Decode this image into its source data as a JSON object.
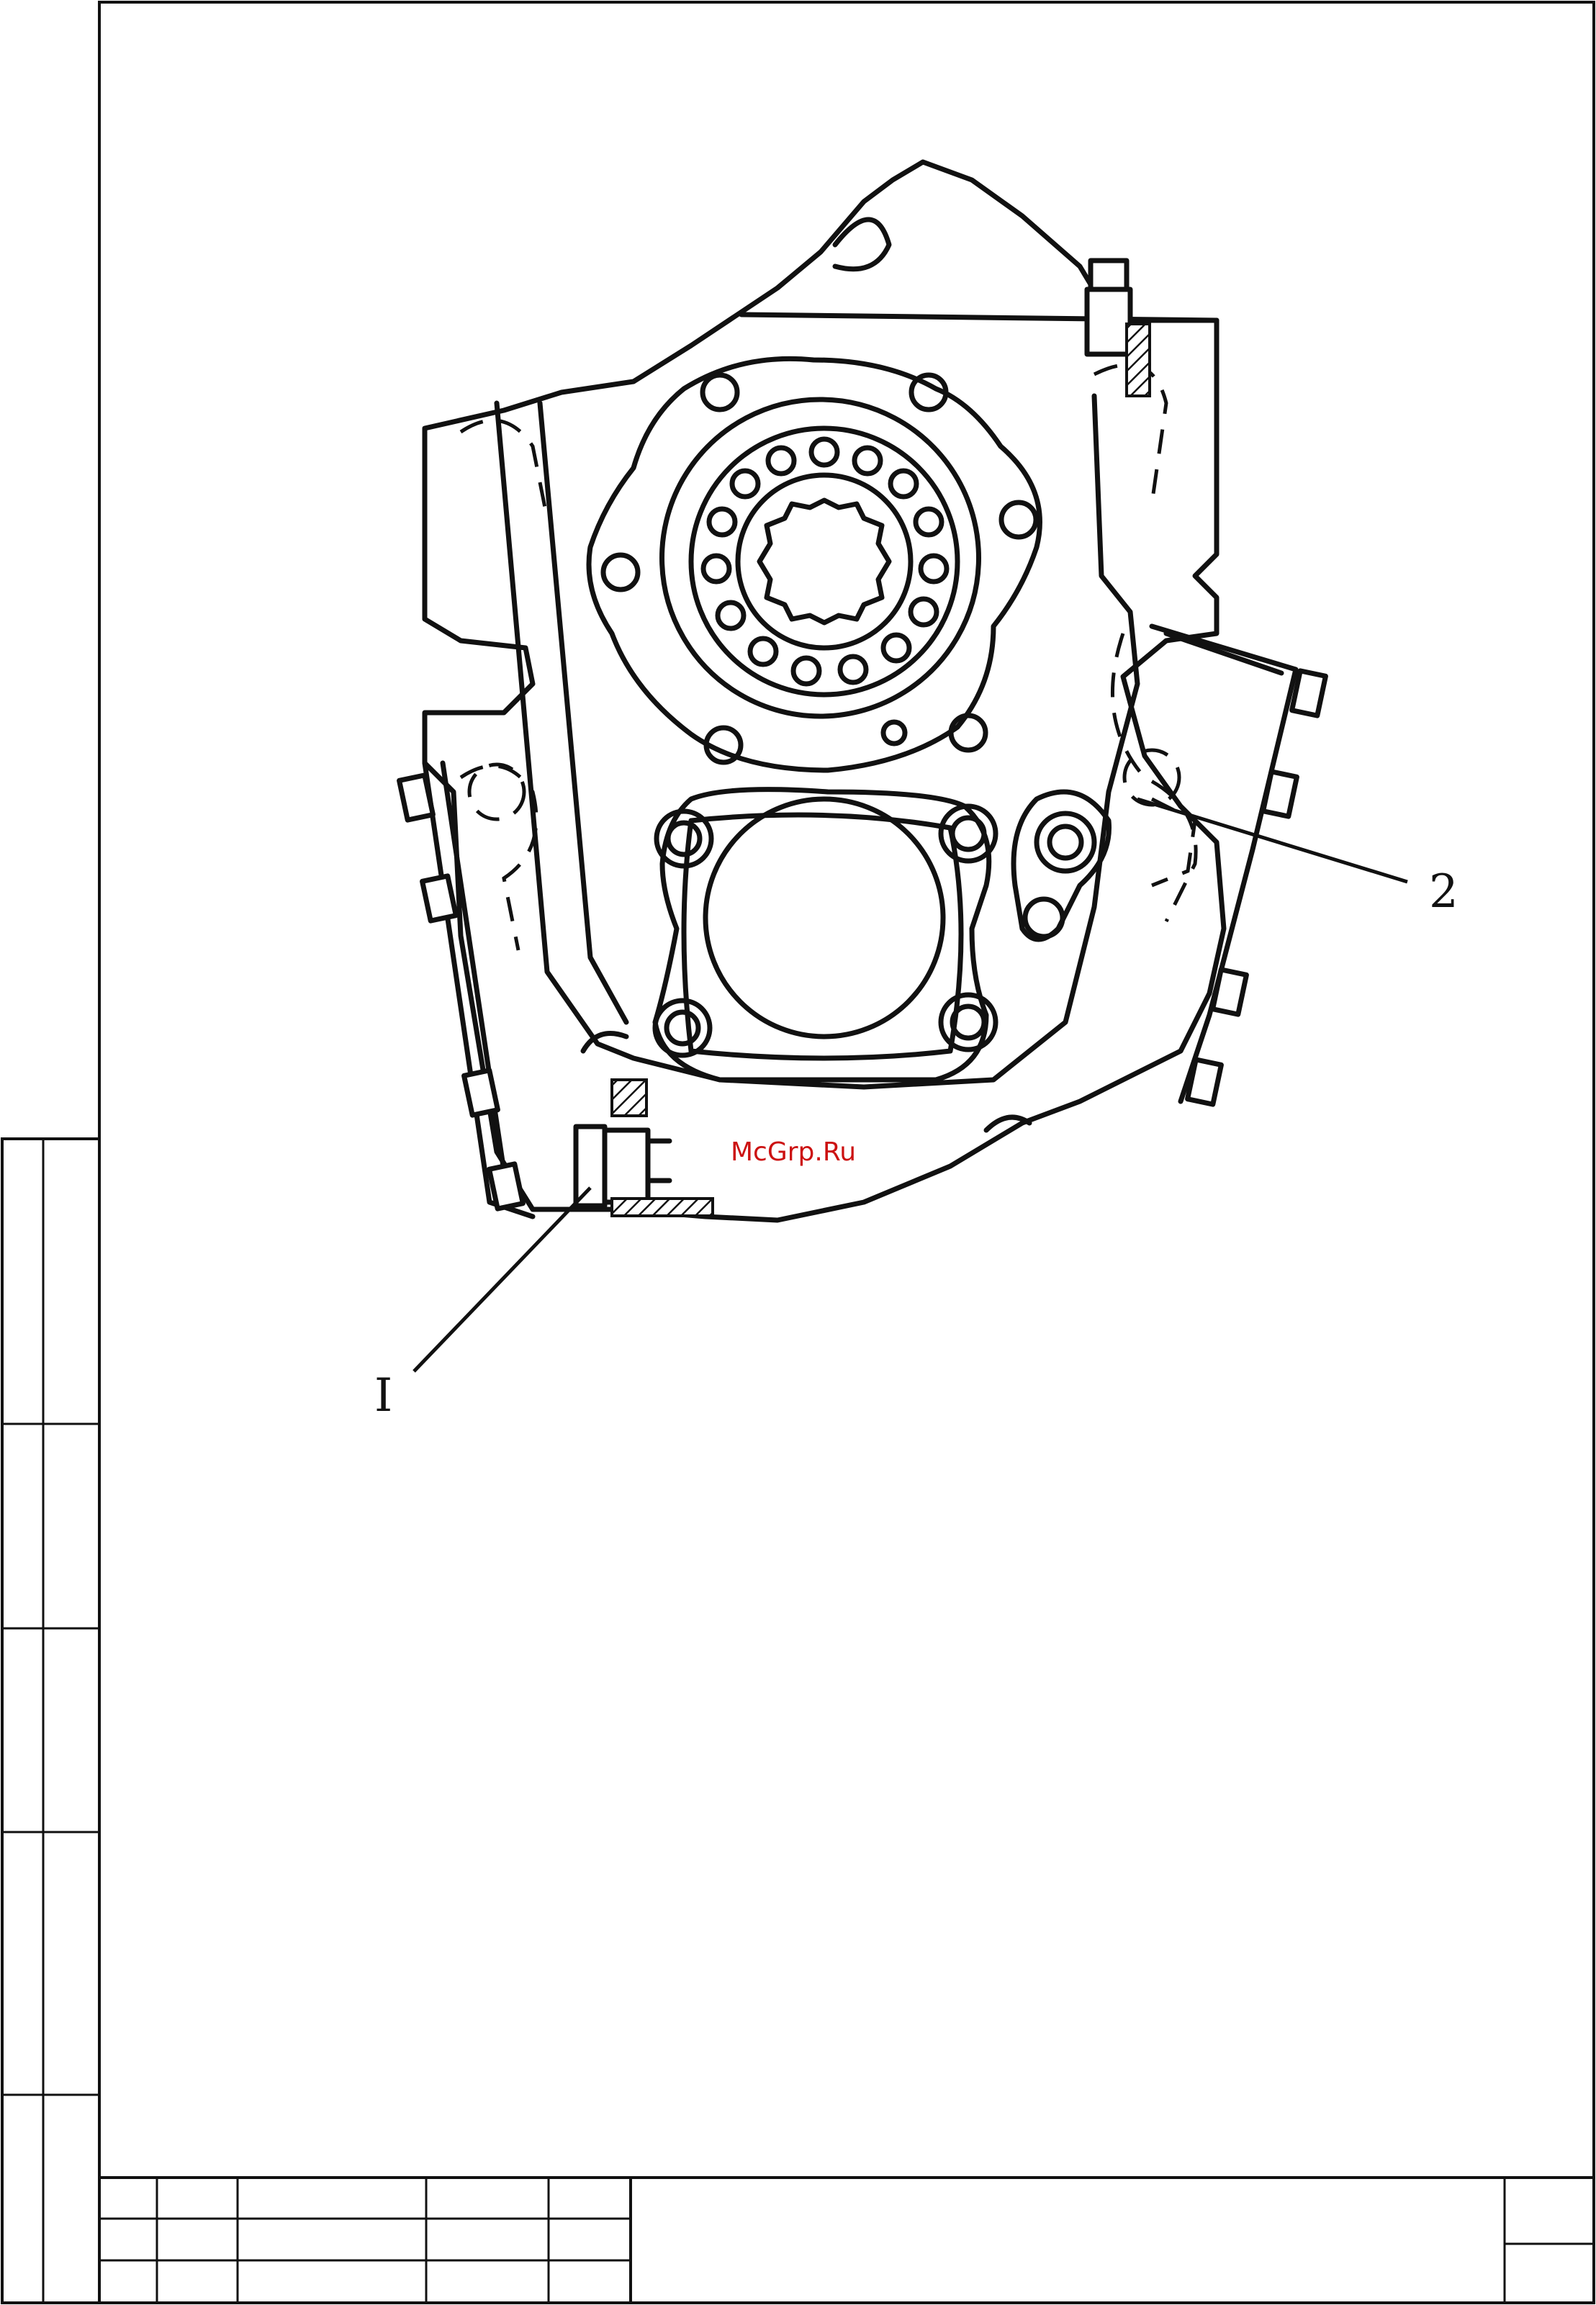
{
  "drawing": {
    "callout_1": "I",
    "callout_2": "2"
  },
  "watermark": {
    "text": "McGrp.Ru",
    "color": "#cc1111"
  }
}
